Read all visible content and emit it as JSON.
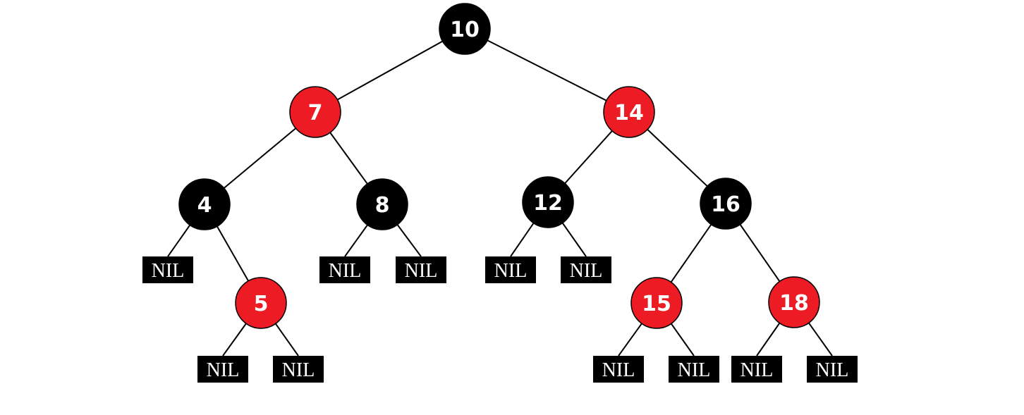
{
  "colors": {
    "black_node": "#000000",
    "red_node": "#ed1c24",
    "edge": "#000000",
    "label": "#ffffff",
    "nil_box": "#000000",
    "background": "#ffffff"
  },
  "nodes": [
    {
      "id": "n10",
      "label": "10",
      "color": "black"
    },
    {
      "id": "n7",
      "label": "7",
      "color": "red"
    },
    {
      "id": "n14",
      "label": "14",
      "color": "red"
    },
    {
      "id": "n4",
      "label": "4",
      "color": "black"
    },
    {
      "id": "n8",
      "label": "8",
      "color": "black"
    },
    {
      "id": "n12",
      "label": "12",
      "color": "black"
    },
    {
      "id": "n16",
      "label": "16",
      "color": "black"
    },
    {
      "id": "n5",
      "label": "5",
      "color": "red"
    },
    {
      "id": "n15",
      "label": "15",
      "color": "red"
    },
    {
      "id": "n18",
      "label": "18",
      "color": "red"
    }
  ],
  "nil_leaves": [
    {
      "id": "nil4L",
      "label": "NIL",
      "parent": "n4"
    },
    {
      "id": "nil5L",
      "label": "NIL",
      "parent": "n5"
    },
    {
      "id": "nil5R",
      "label": "NIL",
      "parent": "n5"
    },
    {
      "id": "nil8L",
      "label": "NIL",
      "parent": "n8"
    },
    {
      "id": "nil8R",
      "label": "NIL",
      "parent": "n8"
    },
    {
      "id": "nil12L",
      "label": "NIL",
      "parent": "n12"
    },
    {
      "id": "nil12R",
      "label": "NIL",
      "parent": "n12"
    },
    {
      "id": "nil15L",
      "label": "NIL",
      "parent": "n15"
    },
    {
      "id": "nil15R",
      "label": "NIL",
      "parent": "n15"
    },
    {
      "id": "nil18L",
      "label": "NIL",
      "parent": "n18"
    },
    {
      "id": "nil18R",
      "label": "NIL",
      "parent": "n18"
    }
  ],
  "edges": [
    [
      "n10",
      "n7"
    ],
    [
      "n10",
      "n14"
    ],
    [
      "n7",
      "n4"
    ],
    [
      "n7",
      "n8"
    ],
    [
      "n14",
      "n12"
    ],
    [
      "n14",
      "n16"
    ],
    [
      "n4",
      "nil4L"
    ],
    [
      "n4",
      "n5"
    ],
    [
      "n5",
      "nil5L"
    ],
    [
      "n5",
      "nil5R"
    ],
    [
      "n8",
      "nil8L"
    ],
    [
      "n8",
      "nil8R"
    ],
    [
      "n12",
      "nil12L"
    ],
    [
      "n12",
      "nil12R"
    ],
    [
      "n16",
      "n15"
    ],
    [
      "n16",
      "n18"
    ],
    [
      "n15",
      "nil15L"
    ],
    [
      "n15",
      "nil15R"
    ],
    [
      "n18",
      "nil18L"
    ],
    [
      "n18",
      "nil18R"
    ]
  ]
}
